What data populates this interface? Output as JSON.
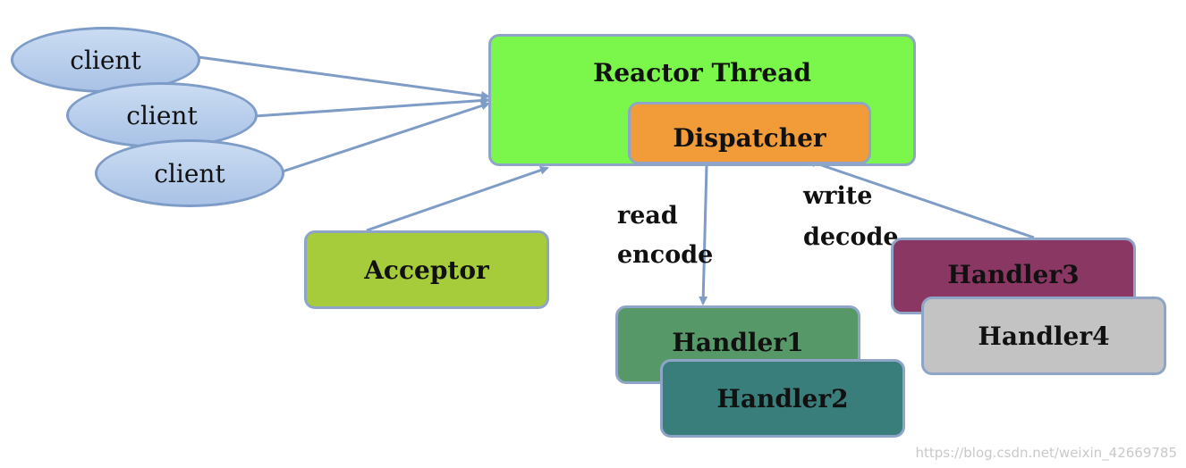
{
  "nodes": {
    "reactor_thread": "Reactor Thread",
    "dispatcher": "Dispatcher",
    "acceptor": "Acceptor",
    "clients": [
      "client",
      "client",
      "client"
    ],
    "handler1": "Handler1",
    "handler2": "Handler2",
    "handler3": "Handler3",
    "handler4": "Handler4"
  },
  "edge_labels": {
    "read": "read",
    "encode": "encode",
    "write": "write",
    "decode": "decode"
  },
  "watermark": "https://blog.csdn.net/weixin_42669785",
  "colors": {
    "reactor_fill": "#7af74a",
    "dispatcher_fill": "#f19c38",
    "acceptor_fill": "#a6cb3b",
    "handler1_fill": "#569868",
    "handler2_fill": "#3a7e7c",
    "handler3_fill": "#8b3763",
    "handler4_fill": "#c3c3c3",
    "arrow": "#7f9cc7"
  }
}
